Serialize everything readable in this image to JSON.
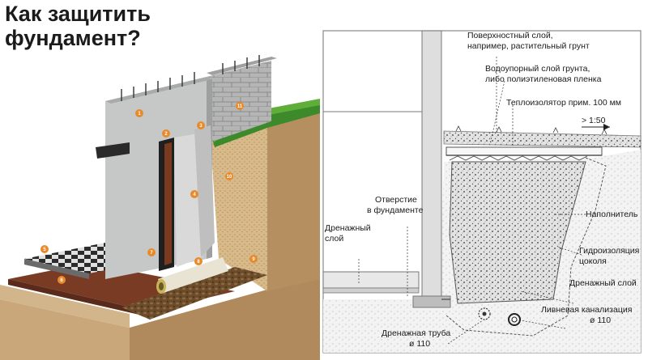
{
  "title": {
    "line1": "Как защитить",
    "line2": "фундамент?"
  },
  "illustration": {
    "markers": [
      "1",
      "2",
      "3",
      "4",
      "5",
      "6",
      "7",
      "8",
      "9",
      "10",
      "11"
    ]
  },
  "diagram": {
    "labels": {
      "surface": "Поверхностный слой,",
      "surface2": "например, растительный грунт",
      "aquitard": "Водоупорный слой грунта,",
      "aquitard2": "либо полиэтиленовая пленка",
      "insulation": "Теплоизолятор прим. 100 мм",
      "slope": "> 1:50",
      "hole": "Отверстие",
      "hole2": "в фундаменте",
      "drain_layer": "Дренажный",
      "drain_layer2": "слой",
      "filler": "Наполнитель",
      "plinth_wp": "Гидроизоляция",
      "plinth_wp2": "цоколя",
      "drain_layer_right": "Дренажный слой",
      "storm": "Ливневая канализация",
      "storm_d": "ø 110",
      "pipe": "Дренажная труба",
      "pipe_d": "ø 110"
    }
  },
  "colors": {
    "ink": "#1a1a1a",
    "gravel": "#9a9a9a",
    "grass": "#3c8a2a",
    "membrane": "#222222"
  }
}
